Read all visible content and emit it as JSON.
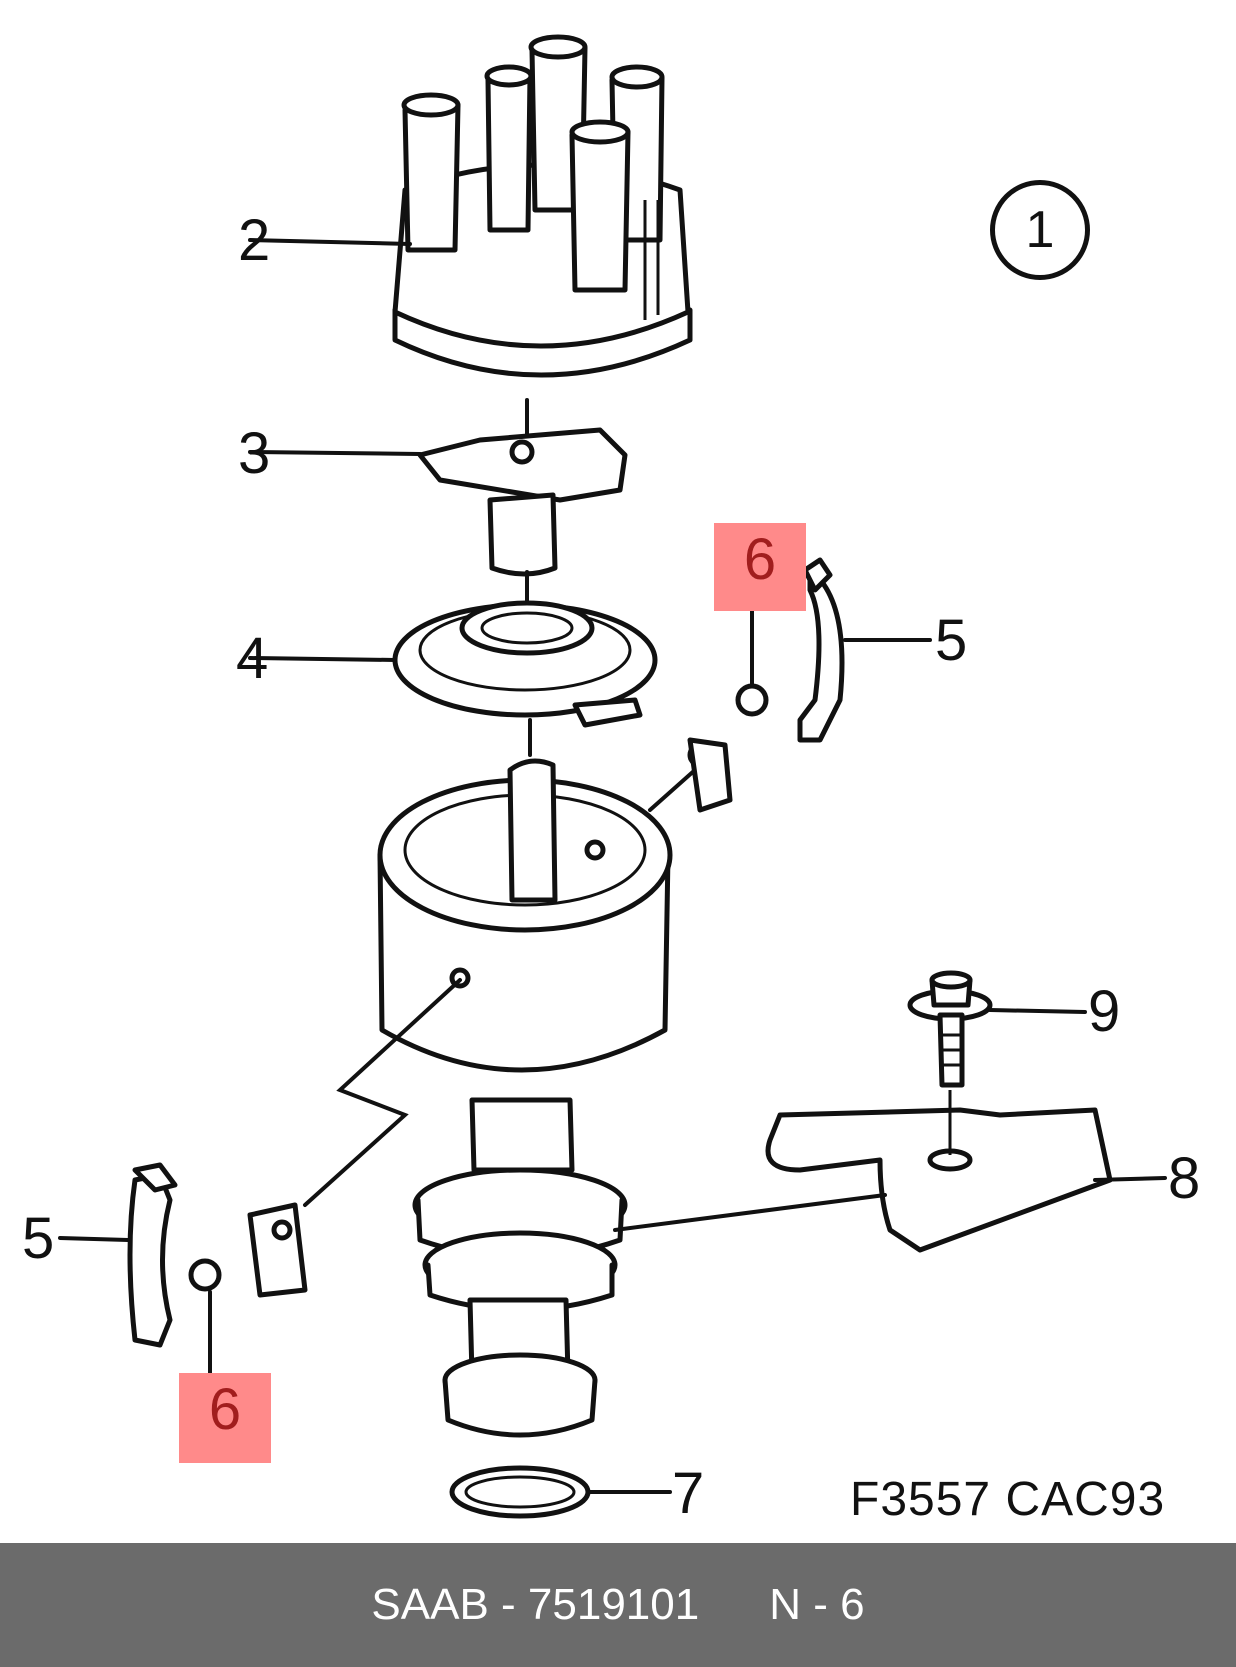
{
  "figure_code": "F3557  CAC93",
  "group_marker": "1",
  "callouts": [
    {
      "id": "2",
      "label": "2"
    },
    {
      "id": "3",
      "label": "3"
    },
    {
      "id": "4",
      "label": "4"
    },
    {
      "id": "5a",
      "label": "5"
    },
    {
      "id": "5b",
      "label": "5"
    },
    {
      "id": "6a",
      "label": "6",
      "highlighted": true
    },
    {
      "id": "6b",
      "label": "6",
      "highlighted": true
    },
    {
      "id": "7",
      "label": "7"
    },
    {
      "id": "8",
      "label": "8"
    },
    {
      "id": "9",
      "label": "9"
    }
  ],
  "footer": {
    "brand_part": "SAAB - 7519101",
    "position": "N - 6"
  },
  "colors": {
    "highlight": "#ff8a8a",
    "highlight_text": "#a11e1e",
    "footer_bg": "#6b6b6b",
    "footer_text": "#ffffff"
  }
}
